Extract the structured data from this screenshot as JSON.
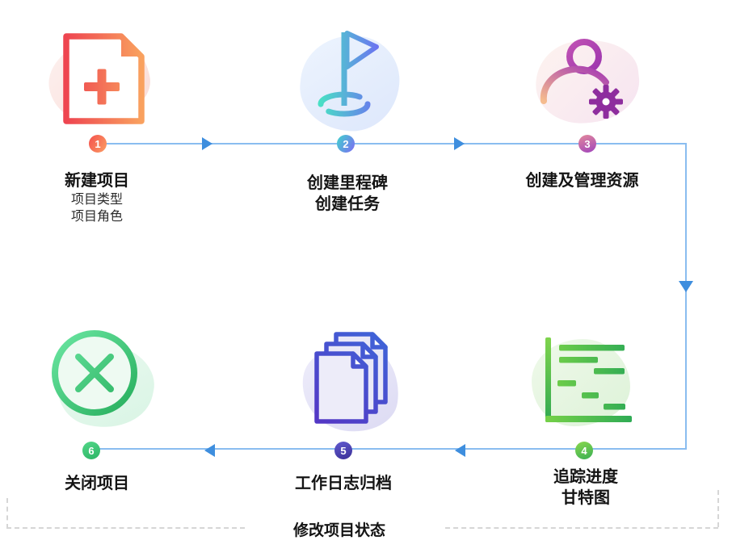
{
  "diagram": {
    "footer_label": "修改项目状态",
    "line_color": "#8abdf0",
    "arrow_color": "#3e8ede",
    "dash_color": "#d6d6d6",
    "steps": [
      {
        "number": "1",
        "icon": "new-document-plus-icon",
        "title_lines": [
          "新建项目"
        ],
        "sub_lines": [
          "项目类型",
          "项目角色"
        ],
        "badge_gradient": [
          "#f4504d",
          "#fb9f64"
        ],
        "icon_gradient": [
          "#ee4550",
          "#f9a15f"
        ]
      },
      {
        "number": "2",
        "icon": "milestone-flag-icon",
        "title_lines": [
          "创建里程碑",
          "创建任务"
        ],
        "sub_lines": [],
        "badge_gradient": [
          "#3fd4cd",
          "#7e6af3"
        ],
        "icon_gradient": [
          "#49e0c5",
          "#6b72f1"
        ]
      },
      {
        "number": "3",
        "icon": "user-gear-icon",
        "title_lines": [
          "创建及管理资源"
        ],
        "sub_lines": [],
        "badge_gradient": [
          "#e4899b",
          "#9f44bc"
        ],
        "icon_gradient": [
          "#f5bb8e",
          "#a438b4"
        ]
      },
      {
        "number": "4",
        "icon": "gantt-chart-icon",
        "title_lines": [
          "追踪进度",
          "甘特图"
        ],
        "sub_lines": [],
        "badge_gradient": [
          "#8ad84e",
          "#39ae53"
        ],
        "icon_gradient": [
          "#76d148",
          "#2fab55"
        ]
      },
      {
        "number": "5",
        "icon": "documents-stack-icon",
        "title_lines": [
          "工作日志归档"
        ],
        "sub_lines": [],
        "badge_gradient": [
          "#625bd0",
          "#3a2f96"
        ],
        "icon_gradient": [
          "#3f64d8",
          "#5338c5"
        ]
      },
      {
        "number": "6",
        "icon": "close-circle-icon",
        "title_lines": [
          "关闭项目"
        ],
        "sub_lines": [],
        "badge_gradient": [
          "#52d788",
          "#2db466"
        ],
        "icon_gradient": [
          "#66e29d",
          "#2ab160"
        ]
      }
    ]
  }
}
